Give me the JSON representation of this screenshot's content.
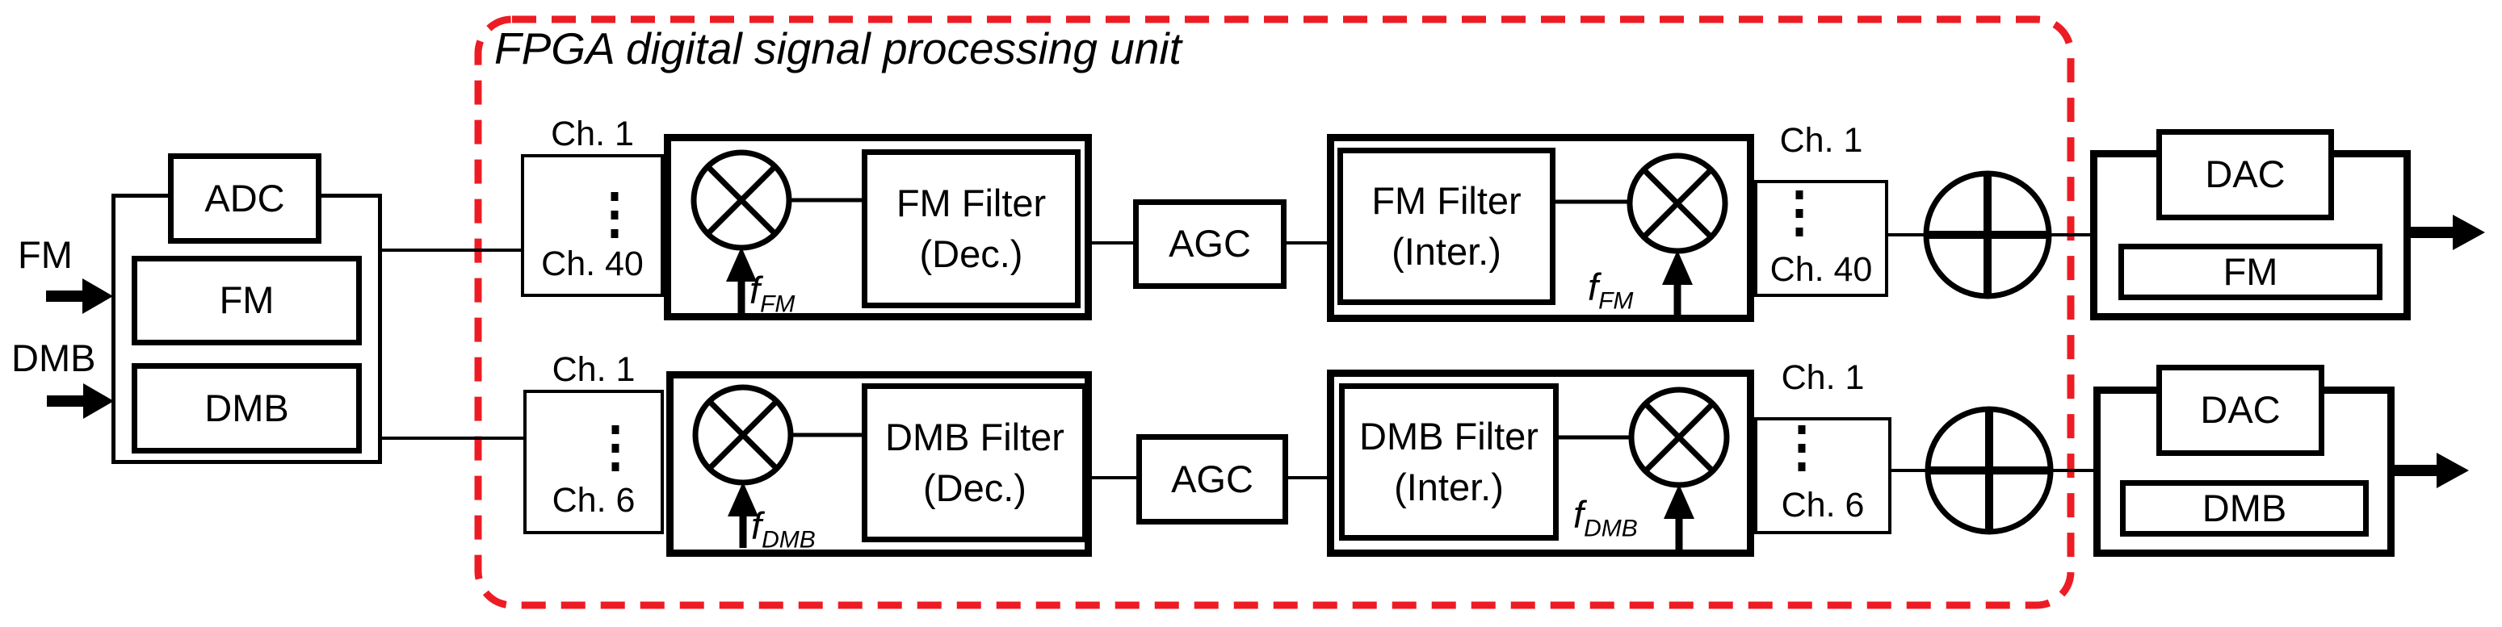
{
  "title": "FPGA digital signal processing unit",
  "colors": {
    "dashed_box": "#ED1C24",
    "stroke": "#000000",
    "background": "#FFFFFF"
  },
  "icons": {
    "mixer": "multiply-in-circle",
    "adder": "plus-in-circle",
    "signal_arrow": "solid-right-arrow",
    "lo_arrow": "up-arrow",
    "ellipsis": "vertical-dots"
  },
  "inputs": {
    "fm": "FM",
    "dmb": "DMB"
  },
  "input_unit": {
    "adc": "ADC",
    "fm": "FM",
    "dmb": "DMB"
  },
  "fm_chain": {
    "ch_in_first": "Ch. 1",
    "ch_in_last": "Ch. 40",
    "lo": {
      "symbol": "f",
      "sub": "FM"
    },
    "dec_filter": [
      "FM Filter",
      "(Dec.)"
    ],
    "agc": "AGC",
    "inter_filter": [
      "FM Filter",
      "(Inter.)"
    ],
    "ch_out_first": "Ch. 1",
    "ch_out_last": "Ch. 40",
    "dac": "DAC",
    "signal": "FM"
  },
  "dmb_chain": {
    "ch_in_first": "Ch. 1",
    "ch_in_last": "Ch. 6",
    "lo": {
      "symbol": "f",
      "sub": "DMB"
    },
    "dec_filter": [
      "DMB Filter",
      "(Dec.)"
    ],
    "agc": "AGC",
    "inter_filter": [
      "DMB Filter",
      "(Inter.)"
    ],
    "ch_out_first": "Ch. 1",
    "ch_out_last": "Ch. 6",
    "dac": "DAC",
    "signal": "DMB"
  }
}
